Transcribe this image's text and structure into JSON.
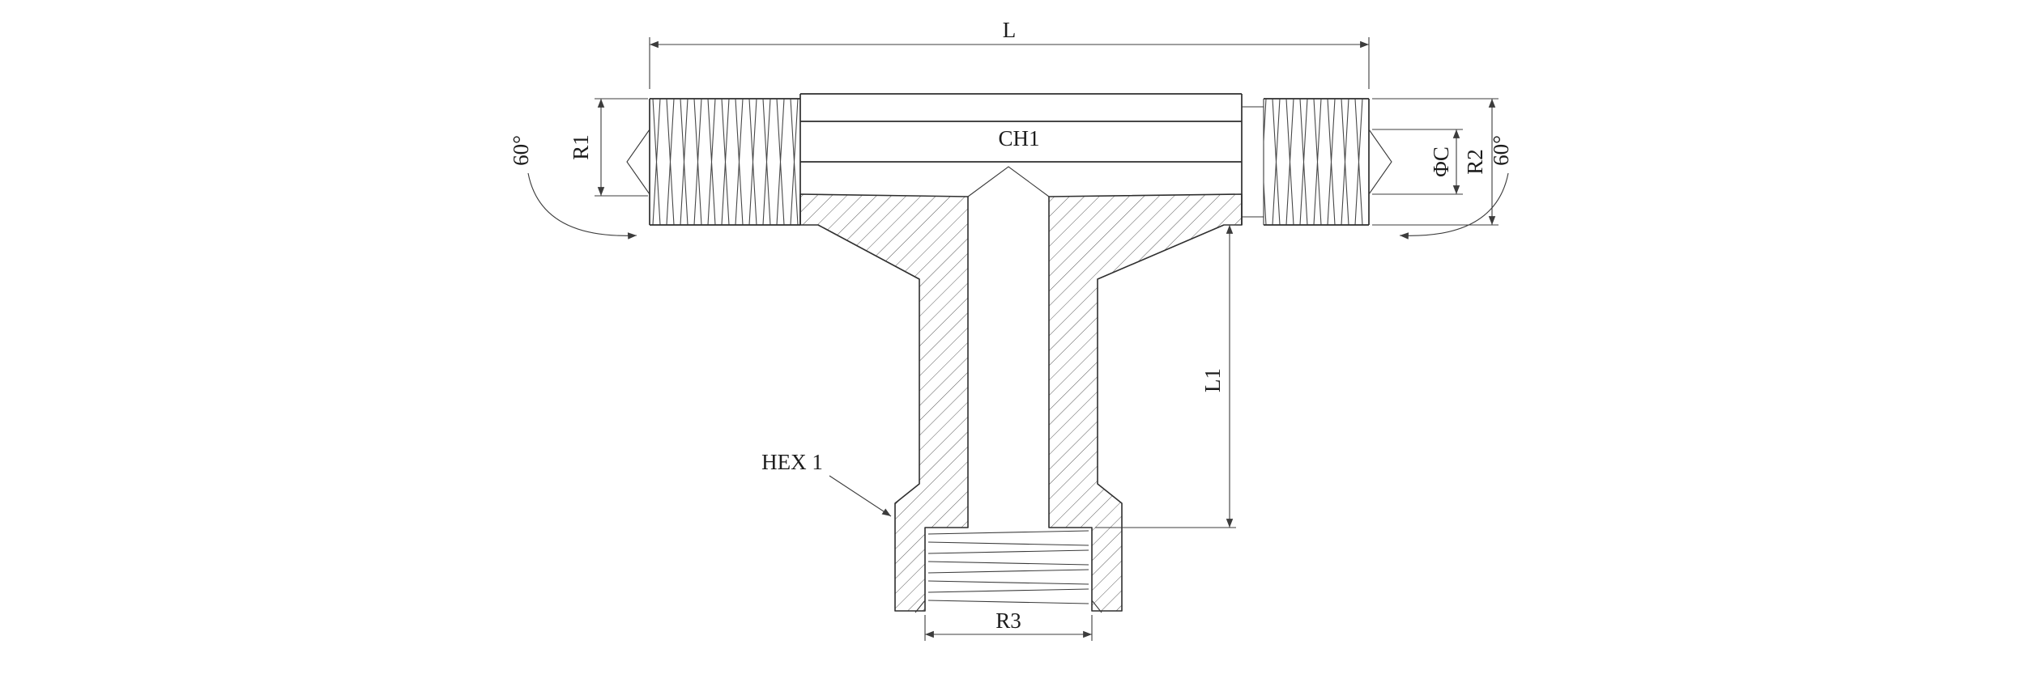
{
  "diagram": {
    "type": "technical-drawing",
    "subject": "Male tee adapter fitting - half-section engineering drawing",
    "colors": {
      "line": "#2f2f2f",
      "dimension": "#3c3c3c",
      "background": "#ffffff",
      "text": "#1c1c1c"
    },
    "labels": {
      "overall_length": "L",
      "body_flat": "CH1",
      "left_thread": "R1",
      "angle_left": "60°",
      "angle_right": "60°",
      "cone_diameter": "ΦC",
      "right_thread": "R2",
      "branch_length": "L1",
      "hex": "HEX 1",
      "bottom_thread": "R3"
    }
  }
}
